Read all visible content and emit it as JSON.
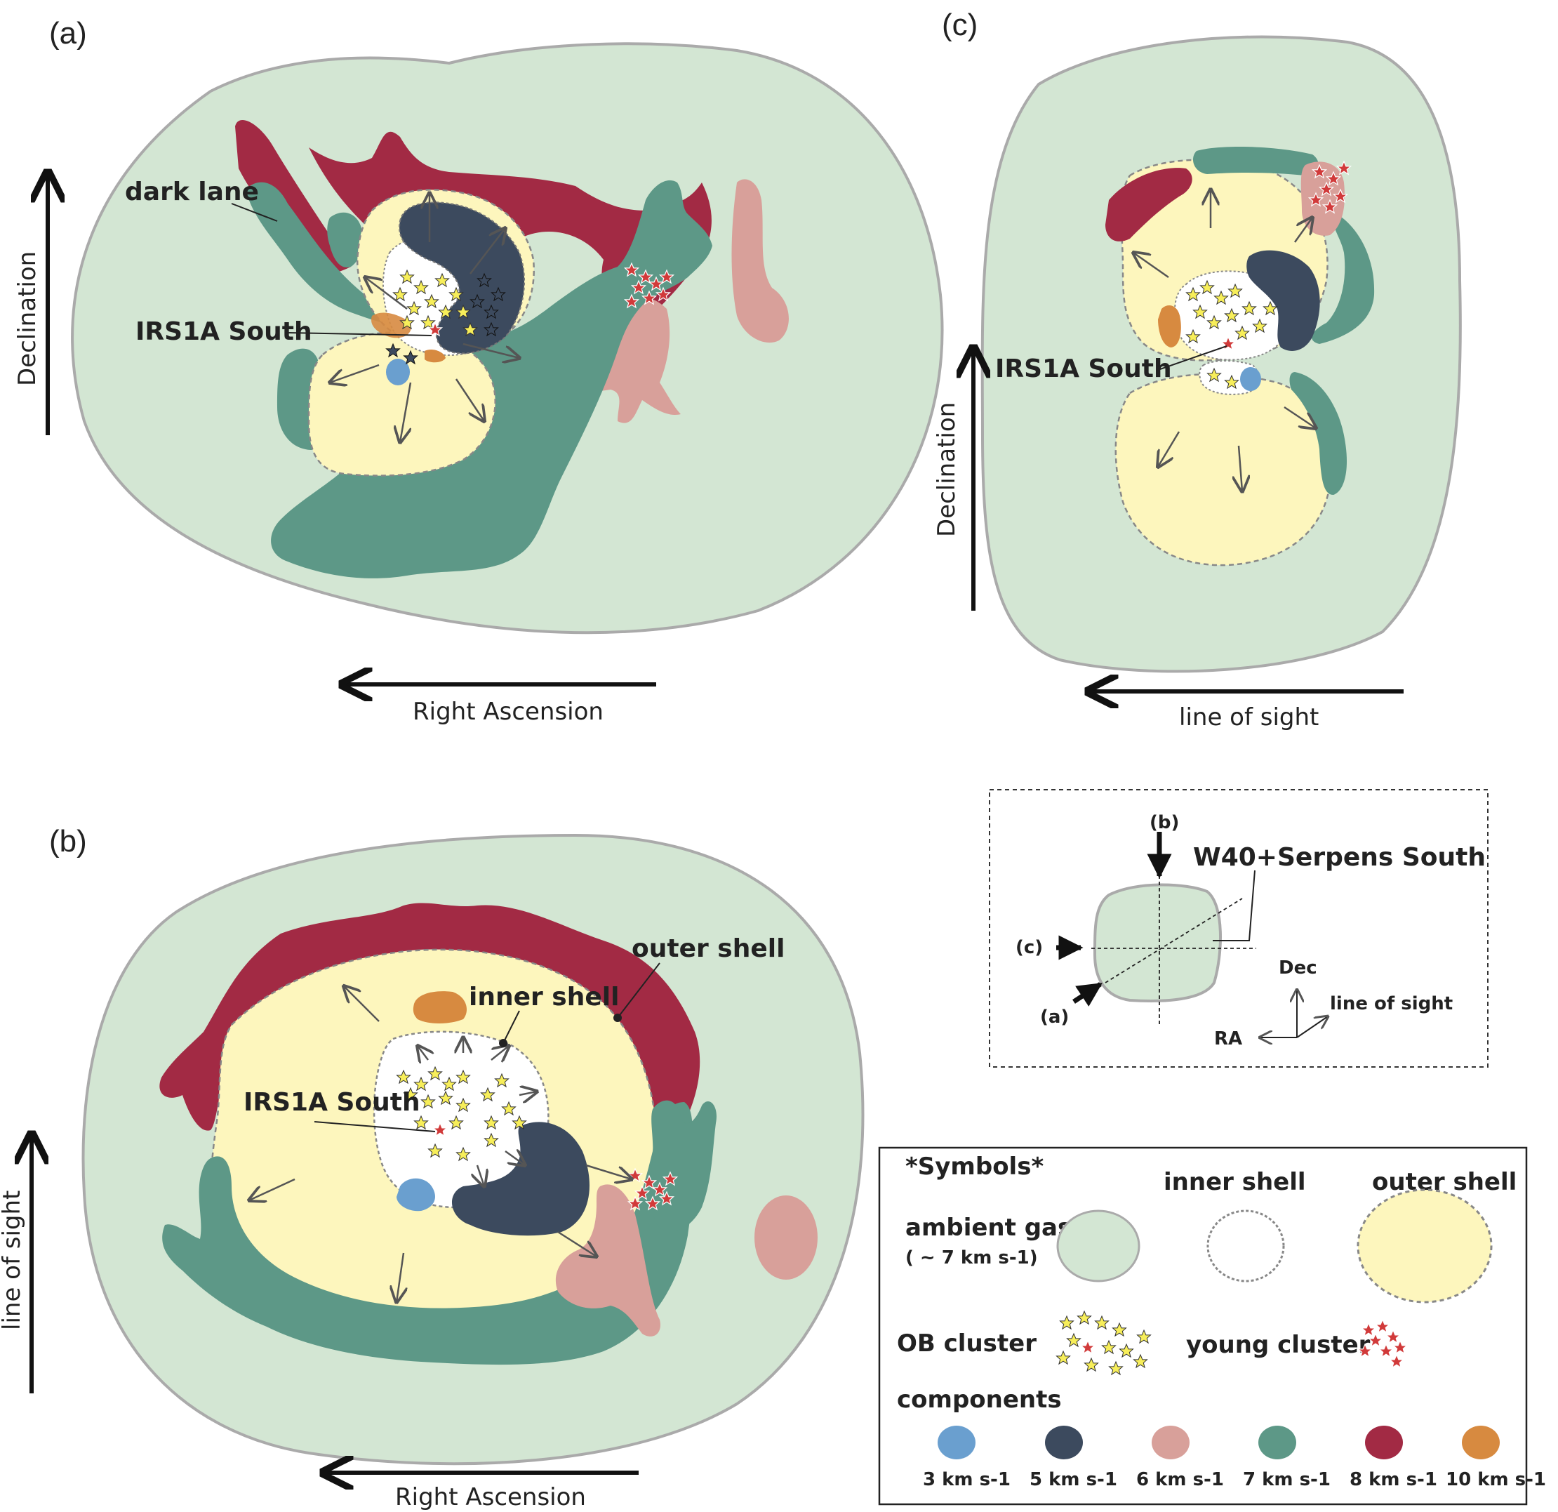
{
  "panels": {
    "a": "(a)",
    "b": "(b)",
    "c": "(c)"
  },
  "labels": {
    "dark_lane": "dark lane",
    "irs1a_south": "IRS1A South",
    "declination": "Declination",
    "right_ascension": "Right Ascension",
    "line_of_sight": "line of sight",
    "outer_shell": "outer shell",
    "inner_shell": "inner shell"
  },
  "inset": {
    "b": "(b)",
    "c": "(c)",
    "a": "(a)",
    "title": "W40+Serpens South",
    "dec": "Dec",
    "line_of_sight": "line of sight",
    "ra": "RA"
  },
  "legend": {
    "title": "*Symbols*",
    "inner_shell": "inner shell",
    "outer_shell": "outer shell",
    "ambient_gas": "ambient gas",
    "ambient_gas_velocity": "( ~ 7 km s-1)",
    "ob_cluster": "OB cluster",
    "young_cluster": "young cluster",
    "components": "components",
    "component_labels": [
      "3 km s-1",
      "5 km s-1",
      "6 km s-1",
      "7 km s-1",
      "8 km s-1",
      "10 km s-1"
    ]
  },
  "colors": {
    "ambient": "#d3e6d3",
    "outer_shell": "#fdf6bd",
    "v3": "#6a9fcf",
    "v5": "#3c4a5e",
    "v6": "#d8a09a",
    "v7": "#5d9887",
    "v8": "#a22a44",
    "v10": "#d78a40",
    "star_yellow": "#f7ee5a",
    "star_red": "#d13a3a"
  }
}
